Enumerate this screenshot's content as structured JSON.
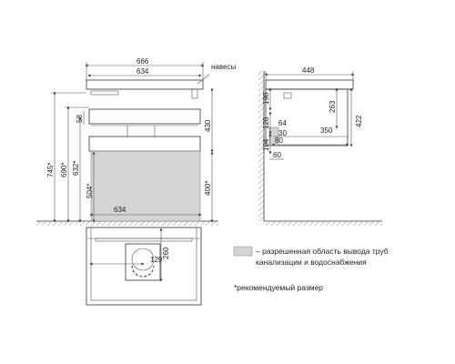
{
  "front": {
    "width_total": "666",
    "width_body": "634",
    "height_745": "745*",
    "height_690": "690*",
    "height_632": "632*",
    "height_504": "504*",
    "height_58": "58",
    "height_430": "430",
    "height_400": "400*",
    "bottom_634": "634",
    "hinges_label": "навесы"
  },
  "side": {
    "depth_448": "448",
    "height_198": "198",
    "height_263": "263",
    "height_422": "422",
    "height_128": "128",
    "height_104": "104",
    "dim_64": "64",
    "dim_30": "30",
    "dim_80": "80",
    "dim_350": "350",
    "dim_60": "60"
  },
  "plan": {
    "dim_129": "129",
    "dim_260": "260"
  },
  "legend": {
    "zone_text_line1": "– разрешенная область вывода труб",
    "zone_text_line2": "канализации и водоснабжения",
    "note": "*рекомендуемый размер"
  },
  "colors": {
    "zone_fill": "#d4d4d4",
    "line": "#333333"
  }
}
